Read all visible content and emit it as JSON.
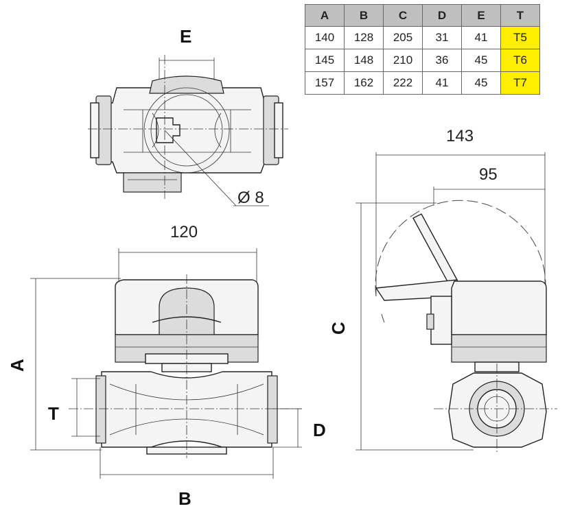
{
  "table": {
    "headers": [
      "A",
      "B",
      "C",
      "D",
      "E",
      "T"
    ],
    "rows": [
      [
        "140",
        "128",
        "205",
        "31",
        "41",
        "T5"
      ],
      [
        "145",
        "148",
        "210",
        "36",
        "45",
        "T6"
      ],
      [
        "157",
        "162",
        "222",
        "41",
        "45",
        "T7"
      ]
    ],
    "highlight_color": "#ffee00"
  },
  "labels": {
    "E": "E",
    "A": "A",
    "T": "T",
    "B": "B",
    "C": "C",
    "D": "D",
    "dim_120": "120",
    "dim_143": "143",
    "dim_95": "95",
    "dim_dia8": "Ø 8"
  }
}
